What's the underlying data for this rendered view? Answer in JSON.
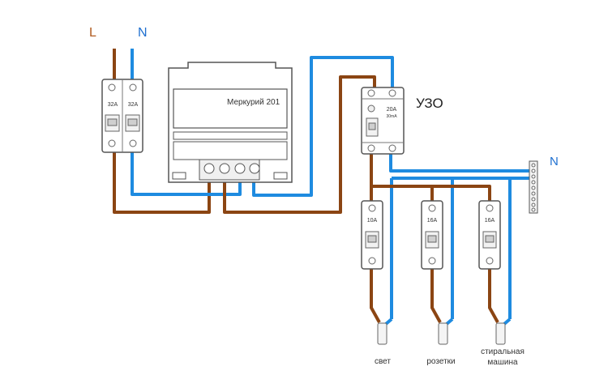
{
  "labels": {
    "line": "L",
    "neutral_top": "N",
    "neutral_bus": "N",
    "rcd": "УЗО",
    "meter": "Меркурий 201"
  },
  "main_breaker": {
    "left_rating": "32A",
    "right_rating": "32A"
  },
  "rcd_device": {
    "rating": "20A",
    "sensitivity": "30mA"
  },
  "branch_breakers": [
    {
      "rating": "10A",
      "load": "свет"
    },
    {
      "rating": "16A",
      "load": "розетки"
    },
    {
      "rating": "16A",
      "load_line1": "стиральная",
      "load_line2": "машина"
    }
  ],
  "colors": {
    "phase": "#8B4513",
    "neutral": "#1E8BE0",
    "device": "#555555",
    "label_l": "#B05A1E",
    "label_n": "#1E6FD0"
  }
}
